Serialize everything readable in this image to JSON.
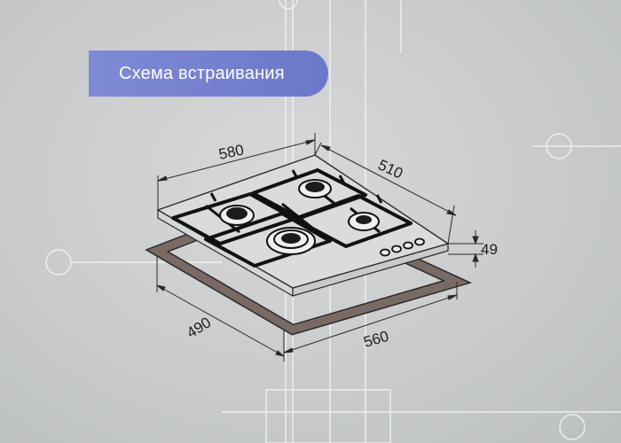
{
  "banner": {
    "title": "Схема встраивания"
  },
  "dimensions": {
    "width": "580",
    "depth": "510",
    "height": "49",
    "cutout_depth": "490",
    "cutout_width": "560"
  },
  "colors": {
    "banner": "#7383d0",
    "background": "#c9cbcc",
    "line": "#2a2a2a",
    "cutout_frame": "#7a6a64"
  }
}
